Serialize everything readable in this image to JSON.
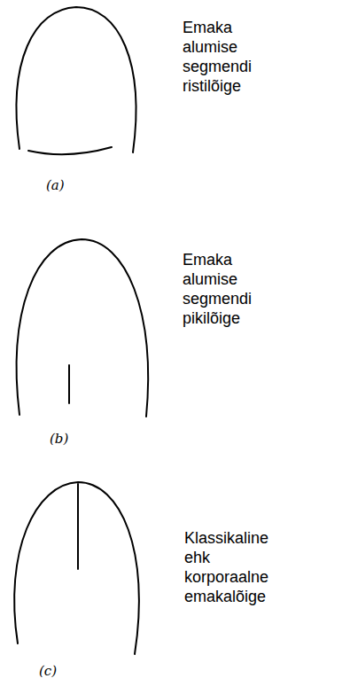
{
  "diagram": {
    "labels": [
      "Emaka alumise segmendi ristilõige",
      "(a)",
      "Emaka alumise segmendi pikilõige",
      "(b)",
      "Klassikaline ehk korporaalne emakalõige",
      "(c)"
    ]
  }
}
